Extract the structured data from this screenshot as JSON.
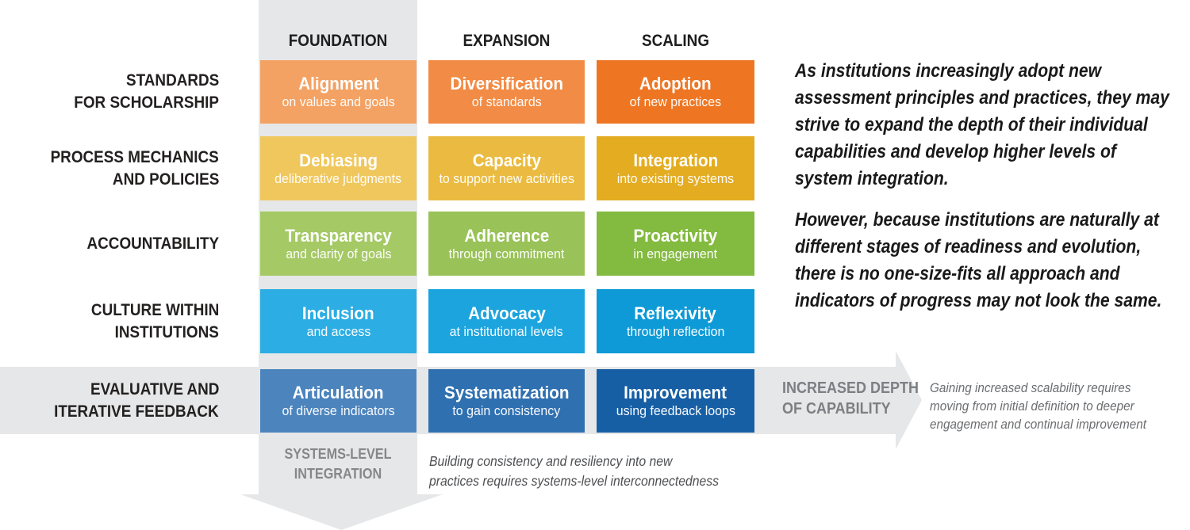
{
  "columns": [
    {
      "label": "FOUNDATION"
    },
    {
      "label": "EXPANSION"
    },
    {
      "label": "SCALING"
    }
  ],
  "rows": [
    {
      "label_lines": [
        "STANDARDS",
        "FOR SCHOLARSHIP"
      ],
      "cells": [
        {
          "title": "Alignment",
          "subtitle": "on values and goals",
          "color": "#F3A263"
        },
        {
          "title": "Diversification",
          "subtitle": "of standards",
          "color": "#F18B45"
        },
        {
          "title": "Adoption",
          "subtitle": "of new practices",
          "color": "#EE7623"
        }
      ]
    },
    {
      "label_lines": [
        "PROCESS MECHANICS",
        "AND POLICIES"
      ],
      "cells": [
        {
          "title": "Debiasing",
          "subtitle": "deliberative judgments",
          "color": "#EFC75D"
        },
        {
          "title": "Capacity",
          "subtitle": "to support new activities",
          "color": "#EABB40"
        },
        {
          "title": "Integration",
          "subtitle": "into existing systems",
          "color": "#E3AC21"
        }
      ]
    },
    {
      "label_lines": [
        "ACCOUNTABILITY"
      ],
      "cells": [
        {
          "title": "Transparency",
          "subtitle": "and clarity of goals",
          "color": "#A4C965"
        },
        {
          "title": "Adherence",
          "subtitle": "through commitment",
          "color": "#99C258"
        },
        {
          "title": "Proactivity",
          "subtitle": "in engagement",
          "color": "#83BA40"
        }
      ]
    },
    {
      "label_lines": [
        "CULTURE WITHIN",
        "INSTITUTIONS"
      ],
      "cells": [
        {
          "title": "Inclusion",
          "subtitle": "and access",
          "color": "#2CADE3"
        },
        {
          "title": "Advocacy",
          "subtitle": "at institutional levels",
          "color": "#1BA4DE"
        },
        {
          "title": "Reflexivity",
          "subtitle": "through reflection",
          "color": "#0D9AD7"
        }
      ]
    },
    {
      "label_lines": [
        "EVALUATIVE AND",
        "ITERATIVE FEEDBACK"
      ],
      "cells": [
        {
          "title": "Articulation",
          "subtitle": "of diverse indicators",
          "color": "#4C84BD"
        },
        {
          "title": "Systematization",
          "subtitle": "to gain consistency",
          "color": "#2F70B1"
        },
        {
          "title": "Improvement",
          "subtitle": "using feedback loops",
          "color": "#175FA5"
        }
      ]
    }
  ],
  "paragraphs": [
    {
      "lines": [
        "As institutions increasingly adopt new",
        "assessment principles and practices, they may",
        "strive to expand the depth of their individual",
        "capabilities and develop higher levels of",
        "system integration."
      ]
    },
    {
      "lines": [
        "However, because institutions are naturally at",
        "different stages of readiness and evolution,",
        "there is no one-size-fits all approach and",
        "indicators of progress may not look the same."
      ]
    }
  ],
  "arrow_right": {
    "label_lines": [
      "INCREASED DEPTH",
      "OF CAPABILITY"
    ]
  },
  "arrow_down": {
    "label_lines": [
      "SYSTEMS-LEVEL",
      "INTEGRATION"
    ]
  },
  "notes": {
    "right_lines": [
      "Gaining increased scalability requires",
      "moving from initial definition to deeper",
      "engagement and continual improvement"
    ],
    "bottom_lines": [
      "Building consistency and resiliency into new",
      "practices requires systems-level interconnectedness"
    ]
  },
  "colors": {
    "band": "#E6E7E8"
  }
}
